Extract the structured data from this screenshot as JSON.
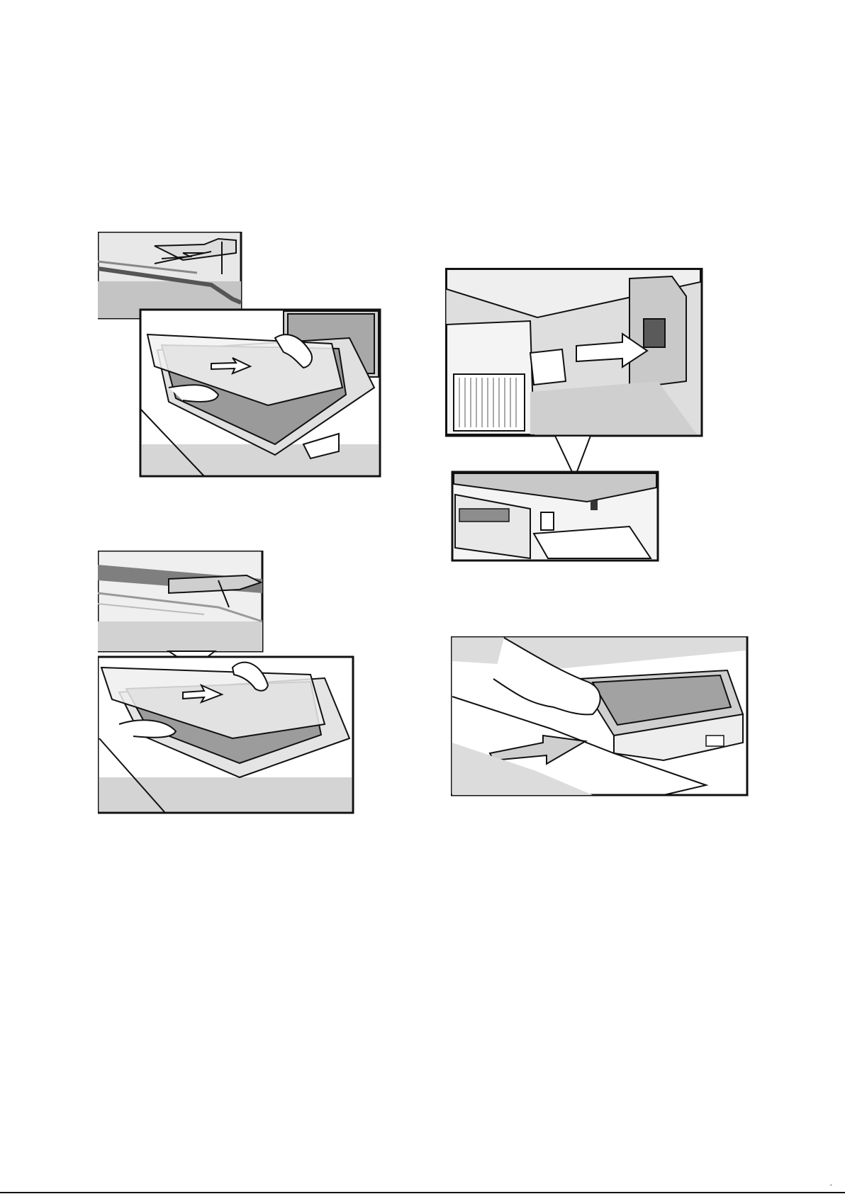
{
  "page": {
    "page_mark": "."
  },
  "colors": {
    "ink": "#111111",
    "panel_gray": "#cfcfcf",
    "light_gray": "#e6e6e6",
    "mid_gray": "#a9a9a9",
    "dark_gray": "#6f6f6f",
    "white": "#ffffff"
  },
  "figures": [
    {
      "name": "figure-glass-slide-in-top-left",
      "icon": "glass-panel-slide-illustration"
    },
    {
      "name": "figure-hinge-slot-detail",
      "icon": "hinge-slot-arrow-illustration"
    },
    {
      "name": "figure-glass-lower-into-frame",
      "icon": "glass-panel-lower-illustration"
    },
    {
      "name": "figure-push-panel-in",
      "icon": "hand-push-arrow-illustration"
    }
  ]
}
